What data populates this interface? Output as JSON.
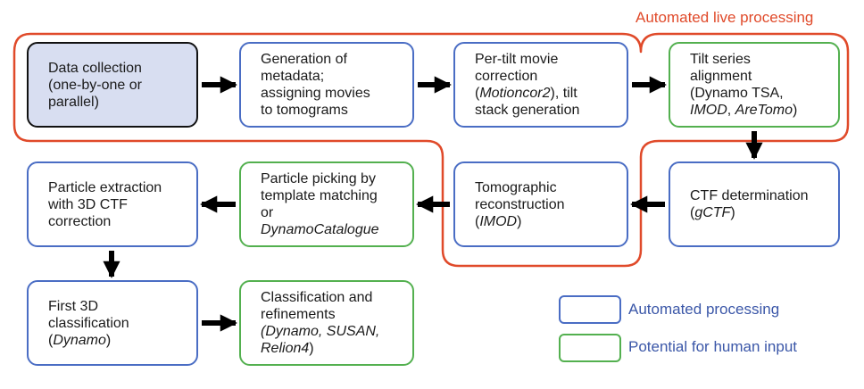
{
  "diagram": {
    "group_label": "Automated live processing",
    "colors": {
      "automated": "#4a6dc4",
      "human": "#53b04f",
      "group": "#e04a2a",
      "start_fill": "#d8def1",
      "start_border": "#111111",
      "arrow": "#000000"
    },
    "nodes": [
      {
        "id": "data-collection",
        "kind": "start",
        "lines": [
          [
            {
              "t": "Data collection"
            }
          ],
          [
            {
              "t": "(one-by-one or"
            }
          ],
          [
            {
              "t": "parallel)"
            }
          ]
        ]
      },
      {
        "id": "metadata",
        "kind": "auto",
        "lines": [
          [
            {
              "t": "Generation of"
            }
          ],
          [
            {
              "t": "metadata;"
            }
          ],
          [
            {
              "t": "assigning movies"
            }
          ],
          [
            {
              "t": "to tomograms"
            }
          ]
        ]
      },
      {
        "id": "motion-correction",
        "kind": "auto",
        "lines": [
          [
            {
              "t": "Per-tilt movie"
            }
          ],
          [
            {
              "t": "correction"
            }
          ],
          [
            {
              "t": "("
            },
            {
              "t": "Motioncor2",
              "i": true
            },
            {
              "t": "), tilt"
            }
          ],
          [
            {
              "t": "stack generation"
            }
          ]
        ]
      },
      {
        "id": "tilt-alignment",
        "kind": "human",
        "lines": [
          [
            {
              "t": "Tilt series"
            }
          ],
          [
            {
              "t": "alignment"
            }
          ],
          [
            {
              "t": "(Dynamo TSA,"
            }
          ],
          [
            {
              "t": "IMOD",
              "i": true
            },
            {
              "t": ", "
            },
            {
              "t": "AreTomo",
              "i": true
            },
            {
              "t": ")"
            }
          ]
        ]
      },
      {
        "id": "particle-extraction",
        "kind": "auto",
        "lines": [
          [
            {
              "t": "Particle extraction"
            }
          ],
          [
            {
              "t": "with 3D CTF"
            }
          ],
          [
            {
              "t": "correction"
            }
          ]
        ]
      },
      {
        "id": "particle-picking",
        "kind": "human",
        "lines": [
          [
            {
              "t": "Particle picking by"
            }
          ],
          [
            {
              "t": "template matching"
            }
          ],
          [
            {
              "t": "or"
            }
          ],
          [
            {
              "t": "DynamoCatalogue",
              "i": true
            }
          ]
        ]
      },
      {
        "id": "reconstruction",
        "kind": "auto",
        "lines": [
          [
            {
              "t": "Tomographic"
            }
          ],
          [
            {
              "t": "reconstruction"
            }
          ],
          [
            {
              "t": "("
            },
            {
              "t": "IMOD",
              "i": true
            },
            {
              "t": ")"
            }
          ]
        ]
      },
      {
        "id": "ctf-determination",
        "kind": "auto",
        "lines": [
          [
            {
              "t": "CTF determination"
            }
          ],
          [
            {
              "t": "("
            },
            {
              "t": "gCTF",
              "i": true
            },
            {
              "t": ")"
            }
          ]
        ]
      },
      {
        "id": "first-classification",
        "kind": "auto",
        "lines": [
          [
            {
              "t": "First 3D"
            }
          ],
          [
            {
              "t": "classification"
            }
          ],
          [
            {
              "t": "("
            },
            {
              "t": "Dynamo",
              "i": true
            },
            {
              "t": ")"
            }
          ]
        ]
      },
      {
        "id": "refinements",
        "kind": "human",
        "lines": [
          [
            {
              "t": "Classification and"
            }
          ],
          [
            {
              "t": "refinements"
            }
          ],
          [
            {
              "t": "(",
              "i": true
            },
            {
              "t": "Dynamo, SUSAN,",
              "i": true
            }
          ],
          [
            {
              "t": "Relion4",
              "i": true
            },
            {
              "t": ")"
            }
          ]
        ]
      }
    ],
    "edges": [
      {
        "from": "data-collection",
        "to": "metadata"
      },
      {
        "from": "metadata",
        "to": "motion-correction"
      },
      {
        "from": "motion-correction",
        "to": "tilt-alignment"
      },
      {
        "from": "tilt-alignment",
        "to": "ctf-determination"
      },
      {
        "from": "ctf-determination",
        "to": "reconstruction"
      },
      {
        "from": "reconstruction",
        "to": "particle-picking"
      },
      {
        "from": "particle-picking",
        "to": "particle-extraction"
      },
      {
        "from": "particle-extraction",
        "to": "first-classification"
      },
      {
        "from": "first-classification",
        "to": "refinements"
      }
    ],
    "legend": [
      {
        "kind": "auto",
        "label": "Automated processing"
      },
      {
        "kind": "human",
        "label": "Potential for human input"
      }
    ]
  }
}
